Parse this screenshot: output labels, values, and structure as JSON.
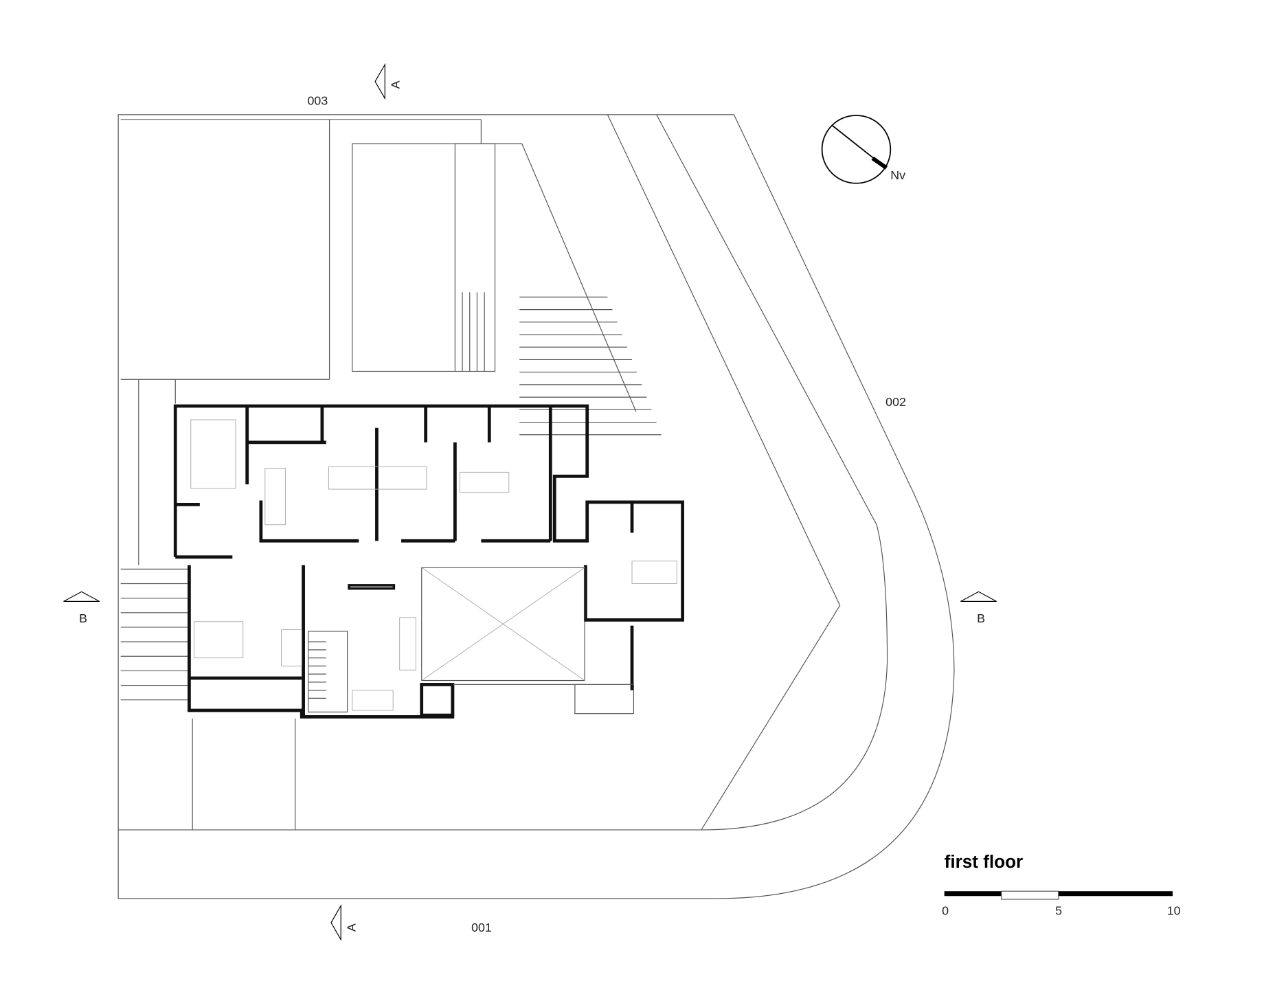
{
  "plan": {
    "title": "first floor",
    "boundary_labels": {
      "top": "003",
      "right": "002",
      "bottom": "001"
    },
    "section_markers": {
      "a_top": "A",
      "a_bottom": "A",
      "b_left": "B",
      "b_right": "B"
    },
    "north_label": "Nv",
    "scale_bar": {
      "ticks": [
        "0",
        "5",
        "10"
      ]
    }
  }
}
